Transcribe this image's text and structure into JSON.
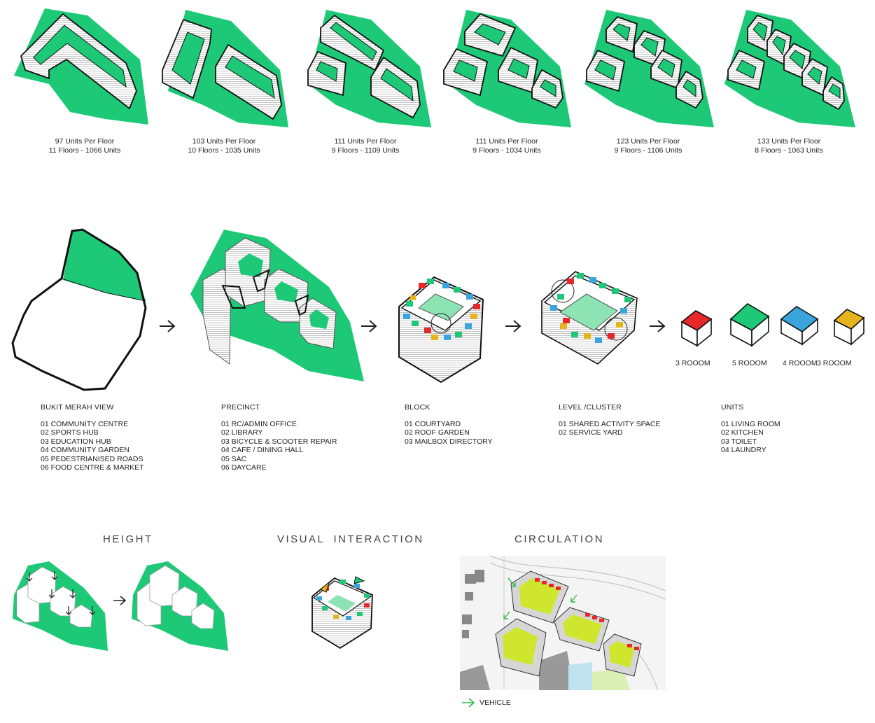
{
  "colors": {
    "green": "#1dc977",
    "red": "#e62828",
    "blue": "#3aa5dd",
    "yellow": "#e6b51e",
    "lime": "#cfe62e",
    "outline": "#111111"
  },
  "options": [
    {
      "line1": "97 Units Per Floor",
      "line2": "11 Floors - 1066 Units"
    },
    {
      "line1": "103 Units Per Floor",
      "line2": "10 Floors - 1035 Units"
    },
    {
      "line1": "111 Units Per Floor",
      "line2": "9 Floors - 1109 Units"
    },
    {
      "line1": "111 Units Per Floor",
      "line2": "9 Floors - 1034 Units"
    },
    {
      "line1": "123 Units Per Floor",
      "line2": "9 Floors - 1106 Units"
    },
    {
      "line1": "133 Units Per Floor",
      "line2": "8 Floors - 1063 Units"
    }
  ],
  "unit_types": [
    "3 ROOOM",
    "5 ROOOM",
    "4 ROOOM",
    "3 ROOOM"
  ],
  "lists": [
    {
      "title": "BUKIT MERAH VIEW",
      "items": [
        "01 COMMUNITY CENTRE",
        "02 SPORTS HUB",
        "03 EDUCATION HUB",
        "04 COMMUNITY GARDEN",
        "05 PEDESTRIANISED ROADS",
        "06 FOOD CENTRE & MARKET"
      ]
    },
    {
      "title": "PRECINCT",
      "items": [
        "01 RC/ADMIN OFFICE",
        "02 LIBRARY",
        "03 BICYCLE & SCOOTER REPAIR",
        "04 CAFE / DINING HALL",
        "05 SAC",
        "06 DAYCARE"
      ]
    },
    {
      "title": "BLOCK",
      "items": [
        "01 COURTYARD",
        "02 ROOF GARDEN",
        "03 MAILBOX DIRECTORY"
      ]
    },
    {
      "title": "LEVEL /CLUSTER",
      "items": [
        "01 SHARED ACTIVITY SPACE",
        "02 SERVICE YARD"
      ]
    },
    {
      "title": "UNITS",
      "items": [
        "01 LIVING ROOM",
        "02 KITCHEN",
        "03 TOILET",
        "04 LAUNDRY"
      ]
    }
  ],
  "sections": {
    "height": "HEIGHT",
    "visual_interaction": "VISUAL INTERACTION",
    "circulation": "CIRCULATION"
  },
  "legend": {
    "vehicle": "VEHICLE"
  }
}
